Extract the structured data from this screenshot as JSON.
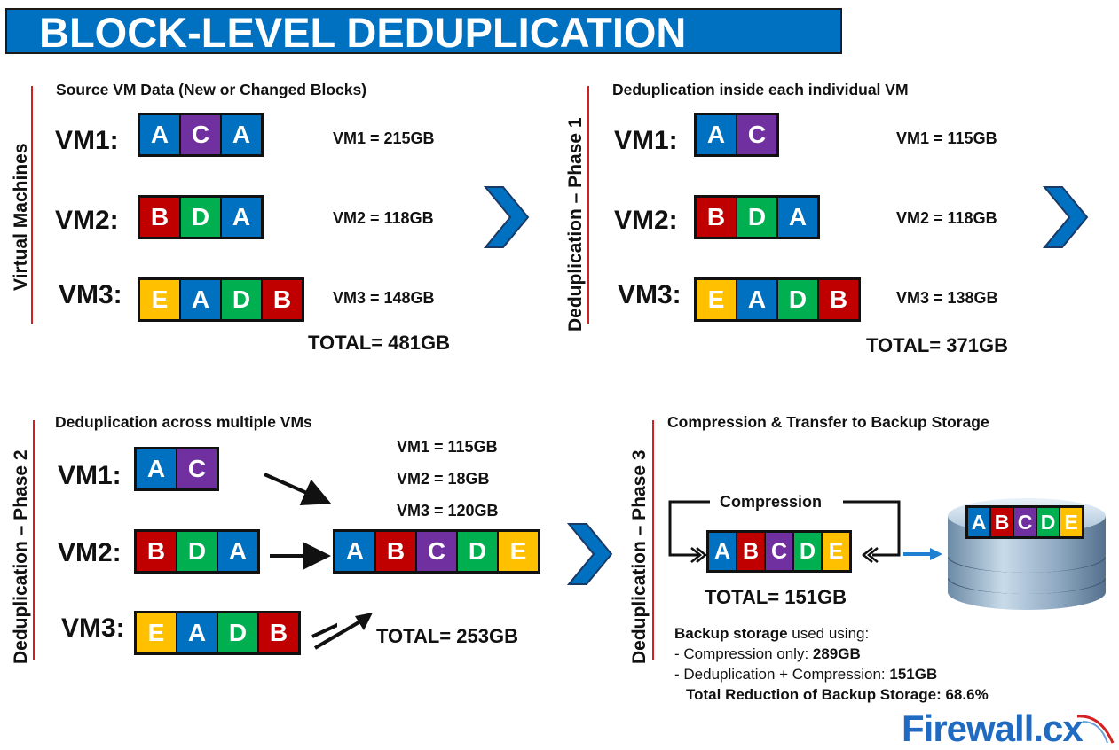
{
  "title": "BLOCK-LEVEL DEDUPLICATION",
  "colors": {
    "A": "#0070c0",
    "B": "#c00000",
    "C": "#7030a0",
    "D": "#00b050",
    "E": "#ffc000",
    "title_bar": "#0070c0",
    "divider": "#d42020"
  },
  "sections": {
    "source": {
      "side_label": "Virtual Machines",
      "heading": "Source VM Data (New or Changed Blocks)",
      "vms": [
        {
          "label": "VM1:",
          "blocks": [
            "A",
            "C",
            "A"
          ],
          "size": "VM1 = 215GB"
        },
        {
          "label": "VM2:",
          "blocks": [
            "B",
            "D",
            "A"
          ],
          "size": "VM2 = 118GB"
        },
        {
          "label": "VM3:",
          "blocks": [
            "E",
            "A",
            "D",
            "B"
          ],
          "size": "VM3 = 148GB"
        }
      ],
      "total": "TOTAL= 481GB"
    },
    "phase1": {
      "side_label": "Deduplication – Phase 1",
      "heading": "Deduplication inside each individual VM",
      "vms": [
        {
          "label": "VM1:",
          "blocks": [
            "A",
            "C"
          ],
          "size": "VM1 = 115GB"
        },
        {
          "label": "VM2:",
          "blocks": [
            "B",
            "D",
            "A"
          ],
          "size": "VM2 = 118GB"
        },
        {
          "label": "VM3:",
          "blocks": [
            "E",
            "A",
            "D",
            "B"
          ],
          "size": "VM3 = 138GB"
        }
      ],
      "total": "TOTAL= 371GB"
    },
    "phase2": {
      "side_label": "Deduplication – Phase 2",
      "heading": "Deduplication across multiple VMs",
      "vms": [
        {
          "label": "VM1:",
          "blocks": [
            "A",
            "C"
          ]
        },
        {
          "label": "VM2:",
          "blocks": [
            "B",
            "D",
            "A"
          ]
        },
        {
          "label": "VM3:",
          "blocks": [
            "E",
            "A",
            "D",
            "B"
          ]
        }
      ],
      "sizes": [
        "VM1 = 115GB",
        "VM2 = 18GB",
        "VM3 = 120GB"
      ],
      "merged_blocks": [
        "A",
        "B",
        "C",
        "D",
        "E"
      ],
      "total": "TOTAL= 253GB"
    },
    "phase3": {
      "side_label": "Deduplication – Phase 3",
      "heading": "Compression & Transfer to Backup Storage",
      "loop_label": "Compression",
      "blocks": [
        "A",
        "B",
        "C",
        "D",
        "E"
      ],
      "storage_blocks": [
        "A",
        "B",
        "C",
        "D",
        "E"
      ],
      "total": "TOTAL= 151GB",
      "summary": {
        "line1_bold": "Backup storage",
        "line1_rest": " used using:",
        "line2_prefix": "- Compression only: ",
        "line2_value": "289GB",
        "line3_prefix": "- Deduplication + Compression: ",
        "line3_value": "151GB",
        "line4": "Total Reduction of Backup Storage: 68.6%"
      }
    }
  },
  "logo": {
    "text": "Firewall.cx"
  },
  "icons": [
    "chevron-right-icon",
    "arrow-icon",
    "database-icon"
  ]
}
